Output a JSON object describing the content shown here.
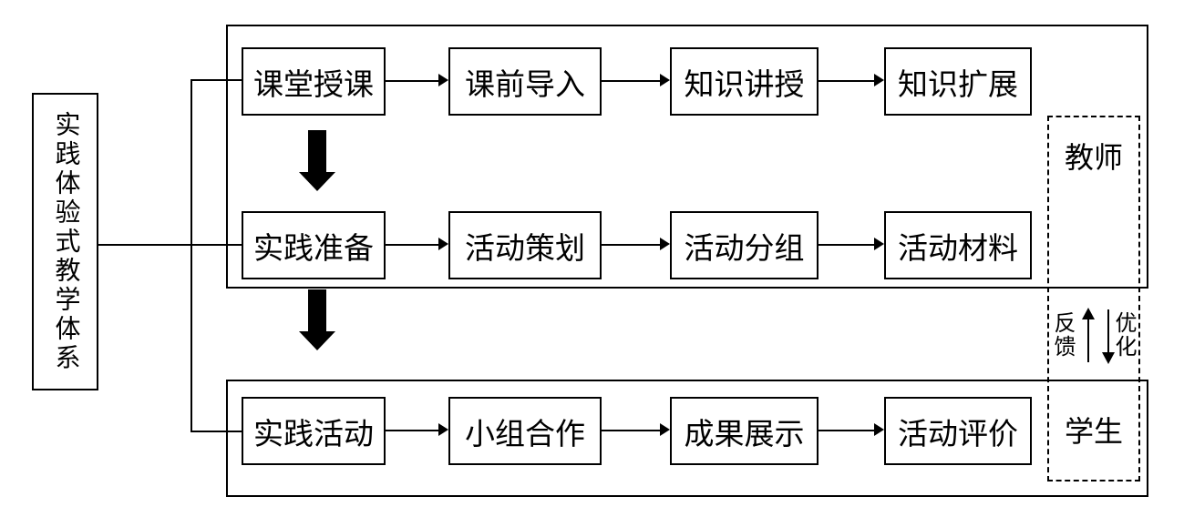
{
  "system": {
    "title": "实践体验式教学体系"
  },
  "rows": [
    {
      "boxes": [
        "课堂授课",
        "课前导入",
        "知识讲授",
        "知识扩展"
      ]
    },
    {
      "boxes": [
        "实践准备",
        "活动策划",
        "活动分组",
        "活动材料"
      ]
    },
    {
      "boxes": [
        "实践活动",
        "小组合作",
        "成果展示",
        "活动评价"
      ]
    }
  ],
  "roles": {
    "teacher": "教师",
    "student": "学生"
  },
  "feedback": {
    "up_label": "反馈",
    "down_label": "优化"
  },
  "colors": {
    "line": "#000000",
    "background": "#ffffff"
  }
}
